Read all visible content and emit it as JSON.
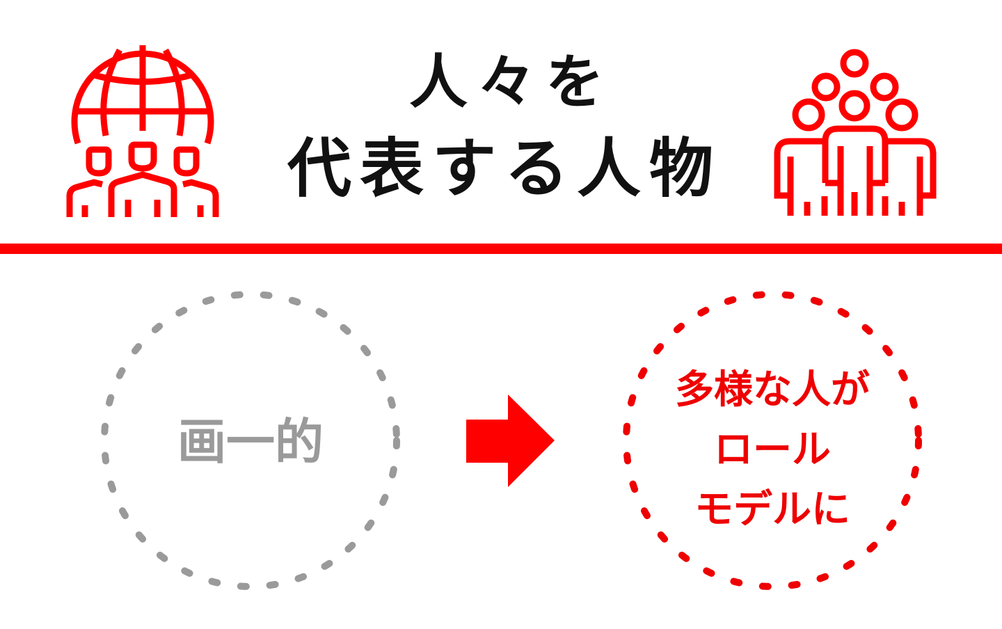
{
  "title": {
    "line1": "人々を",
    "line2": "代表する人物"
  },
  "left_circle": {
    "label": "画一的"
  },
  "right_circle": {
    "lines": [
      "多様な人が",
      "ロール",
      "モデルに"
    ]
  },
  "icons": {
    "left": "globe-people-icon",
    "right": "crowd-icon",
    "middle": "arrow-right-icon"
  },
  "colors": {
    "accent": "#ff0000",
    "muted": "#9a9a9a",
    "text": "#111111"
  }
}
